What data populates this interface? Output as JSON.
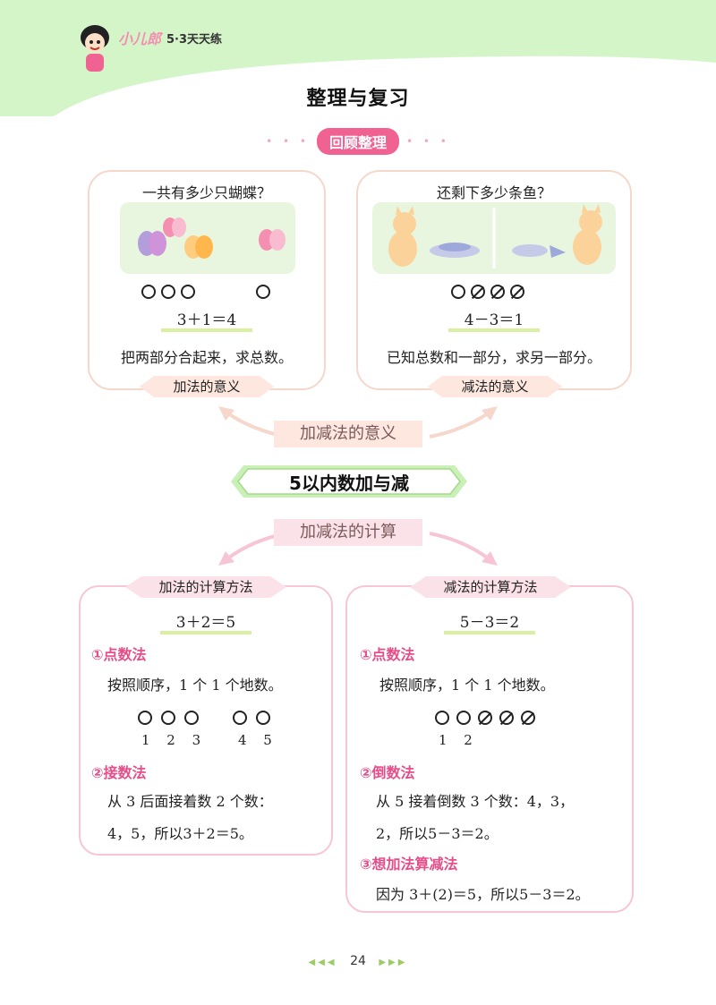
{
  "header": {
    "brand_logo": "小儿郎",
    "brand_name": "5·3天天练"
  },
  "page_title": "整理与复习",
  "section_title": "回顾整理",
  "top_left": {
    "question": "一共有多少只蝴蝶？",
    "equation": "3＋1＝4",
    "description": "把两部分合起来，求总数。",
    "label": "加法的意义"
  },
  "top_right": {
    "question": "还剩下多少条鱼？",
    "equation": "4－3＝1",
    "description": "已知总数和一部分，求另一部分。",
    "label": "减法的意义"
  },
  "meaning_label": "加减法的意义",
  "center_title": "5以内数加与减",
  "calc_label": "加减法的计算",
  "bottom_left": {
    "title": "加法的计算方法",
    "equation": "3＋2＝5",
    "step1": "①点数法",
    "step1_text": "按照顺序，1 个 1 个地数。",
    "nums_a": "1 2 3",
    "nums_b": "4 5",
    "step2": "②接数法",
    "step2_text1": "从 3 后面接着数 2 个数：",
    "step2_text2": "4，5，所以3＋2＝5。"
  },
  "bottom_right": {
    "title": "减法的计算方法",
    "equation": "5－3＝2",
    "step1": "①点数法",
    "step1_text": "按照顺序，1 个 1 个地数。",
    "nums_a": "1 2",
    "step2": "②倒数法",
    "step2_text1": "从 5 接着倒数 3 个数：4，3，",
    "step2_text2": "2，所以5－3＝2。",
    "step3": "③想加法算减法",
    "step3_text": "因为 3＋(2)＝5，所以5－3＝2。"
  },
  "footer": {
    "page_number": "24"
  },
  "colors": {
    "pink": "#f06292",
    "green": "#d8f0a0",
    "header_green": "#d4f5c8"
  }
}
